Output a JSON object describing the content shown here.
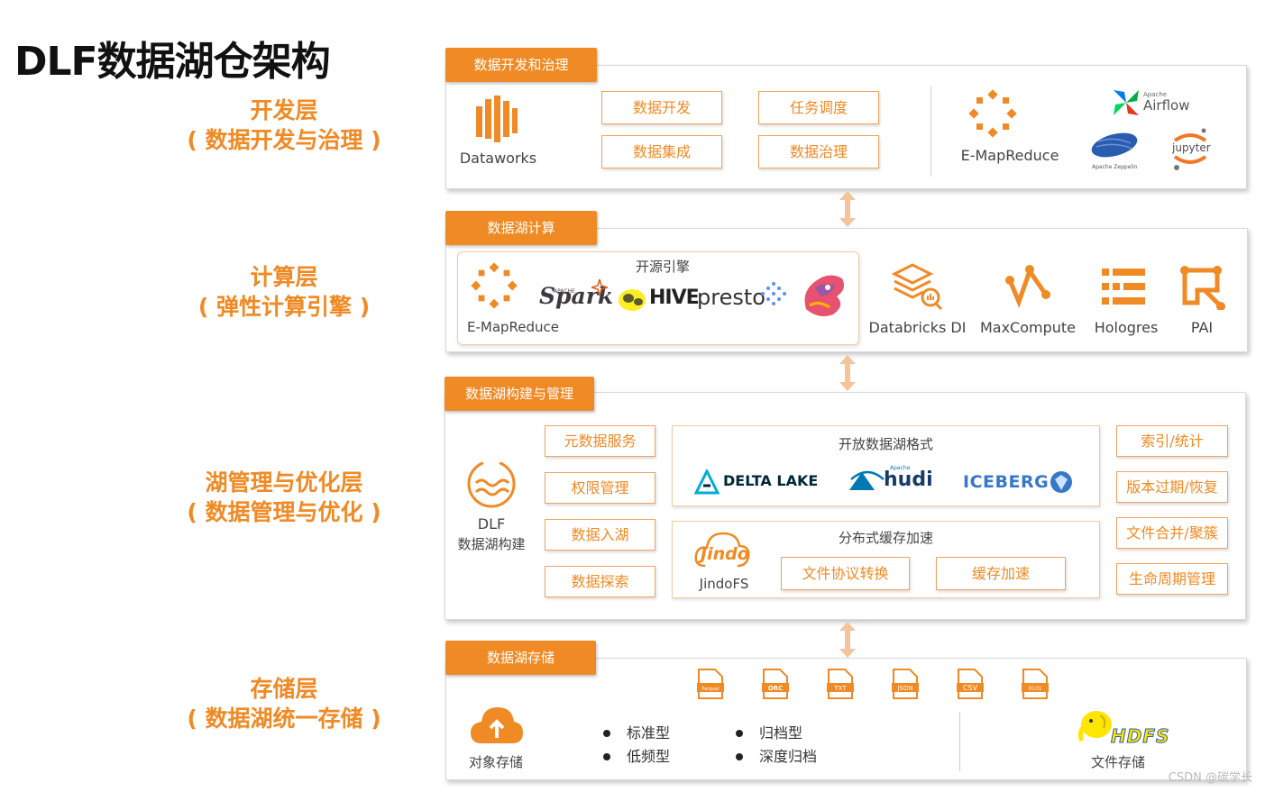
{
  "title": "DLF数据湖仓架构",
  "watermark": "CSDN @碳学长",
  "layers": [
    {
      "name": "开发层",
      "sub": "( 数据开发与治理 )"
    },
    {
      "name": "计算层",
      "sub": "( 弹性计算引擎 )"
    },
    {
      "name": "湖管理与优化层",
      "sub": "( 数据管理与优化 )"
    },
    {
      "name": "存储层",
      "sub": "( 数据湖统一存储 )"
    }
  ],
  "dev": {
    "tag": "数据开发和治理",
    "dataworks": "Dataworks",
    "boxes": [
      "数据开发",
      "任务调度",
      "数据集成",
      "数据治理"
    ],
    "emr": "E-MapReduce",
    "airflow_small": "Apache",
    "airflow": "Airflow",
    "jupyter": "jupyter",
    "zeppelin": "Apache Zeppelin"
  },
  "compute": {
    "tag": "数据湖计算",
    "engine_title": "开源引擎",
    "emr": "E-MapReduce",
    "spark_small": "APACHE",
    "spark": "Spark",
    "hive": "HIVE",
    "presto": "presto",
    "products": [
      "Databricks DI",
      "MaxCompute",
      "Hologres",
      "PAI"
    ]
  },
  "lake": {
    "tag": "数据湖构建与管理",
    "dlf": "DLF",
    "dlf_sub": "数据湖构建",
    "left_boxes": [
      "元数据服务",
      "权限管理",
      "数据入湖",
      "数据探索"
    ],
    "format_title": "开放数据湖格式",
    "delta": "DELTA LAKE",
    "hudi_small": "Apache",
    "hudi": "hudi",
    "iceberg": "ICEBERG",
    "cache_title": "分布式缓存加速",
    "jindo": "Jindo",
    "jindofs": "JindoFS",
    "cache_boxes": [
      "文件协议转换",
      "缓存加速"
    ],
    "right_boxes": [
      "索引/统计",
      "版本过期/恢复",
      "文件合并/聚簇",
      "生命周期管理"
    ]
  },
  "storage": {
    "tag": "数据湖存储",
    "oss": "对象存储",
    "files": [
      "Parquet",
      "ORC",
      "TXT",
      "JSON",
      "CSV",
      "0101"
    ],
    "list_a": [
      "标准型",
      "低频型"
    ],
    "list_b": [
      "归档型",
      "深度归档"
    ],
    "hdfs": "HDFS",
    "hdfs_sub": "文件存储"
  },
  "colors": {
    "accent": "#f08a24",
    "blue": "#2a5db0"
  }
}
